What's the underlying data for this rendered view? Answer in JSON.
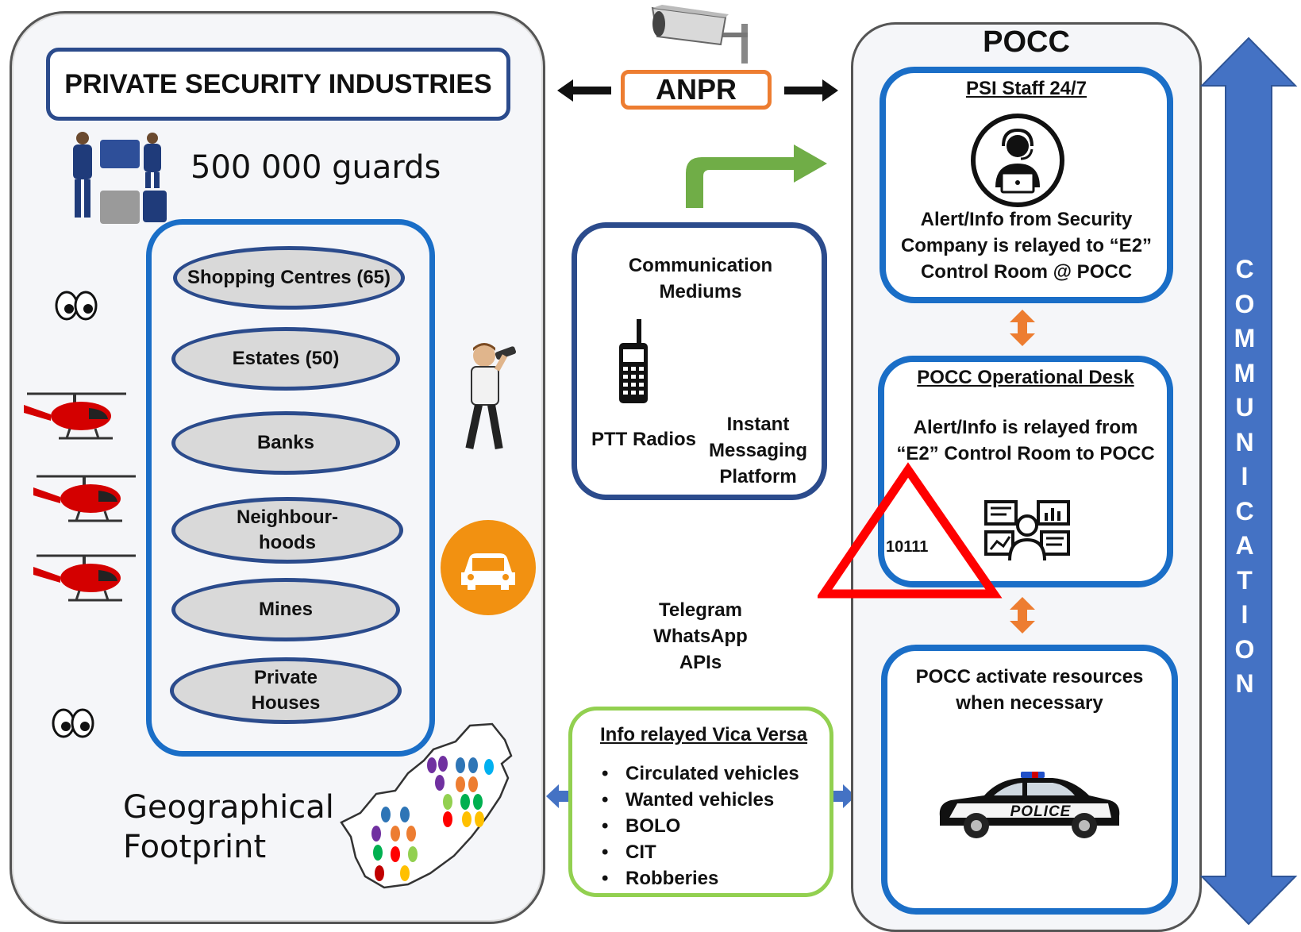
{
  "left": {
    "title": "PRIVATE SECURITY INDUSTRIES",
    "guards": "500 000 guards",
    "sectors": [
      "Shopping Centres (65)",
      "Estates (50)",
      "Banks",
      "Neighbour-hoods",
      "Mines",
      "Private Houses"
    ],
    "footprint_line1": "Geographical",
    "footprint_line2": "Footprint"
  },
  "middle": {
    "anpr": "ANPR",
    "comm_title_line1": "Communication",
    "comm_title_line2": "Mediums",
    "ptt": "PTT Radios",
    "im_line1": "Instant",
    "im_line2": "Messaging",
    "im_line3": "Platform",
    "apps": [
      "Telegram",
      "WhatsApp",
      "APIs"
    ],
    "info_title": "Info relayed Vica Versa",
    "info_items": [
      "Circulated vehicles",
      "Wanted vehicles",
      "BOLO",
      "CIT",
      "Robberies"
    ]
  },
  "right": {
    "title": "POCC",
    "staff_heading": "PSI Staff 24/7",
    "staff_line1": "Alert/Info from Security",
    "staff_line2": "Company is relayed to “E2”",
    "staff_line3": "Control Room  @ POCC",
    "desk_heading": "POCC Operational  Desk",
    "desk_line1": "Alert/Info is relayed from",
    "desk_line2": "“E2” Control Room to POCC",
    "code": "10111",
    "activate_line1": "POCC activate resources",
    "activate_line2": "when necessary",
    "police_label": "POLICE"
  },
  "communication": "COMMUNICATION",
  "colors": {
    "blue_frame": "#1a6ec7",
    "navy": "#2b4b8c",
    "orange": "#ed7d31",
    "green": "#70ad47",
    "light_green": "#92d050",
    "red": "#ff0000",
    "arrow_blue": "#4472c4"
  }
}
